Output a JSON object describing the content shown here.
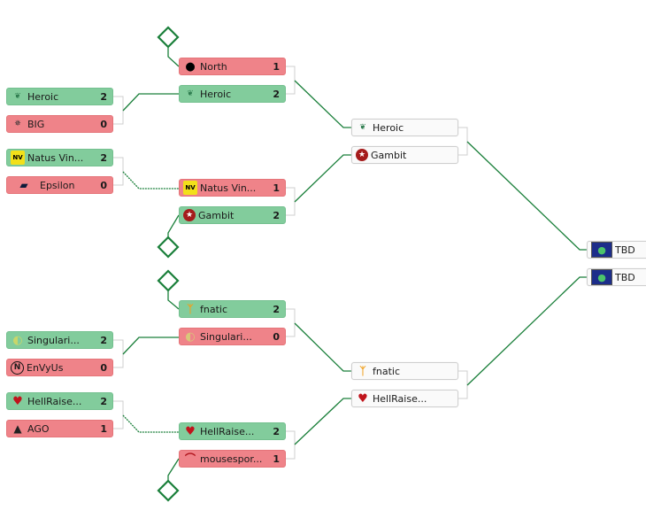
{
  "colors": {
    "win": "#82cc9c",
    "lose": "#ef8389",
    "pending": "#fafafa",
    "connector": "#1a7f3a",
    "bracket": "#cfcfcf"
  },
  "round1": [
    {
      "top": {
        "team": "Heroic",
        "score": "2",
        "result": "win",
        "icon": "heroic-icon"
      },
      "bottom": {
        "team": "BIG",
        "score": "0",
        "result": "lose",
        "icon": "big-icon"
      }
    },
    {
      "top": {
        "team": "Natus Vin...",
        "score": "2",
        "result": "win",
        "icon": "navi-icon"
      },
      "bottom": {
        "team": "Epsilon",
        "score": "0",
        "result": "lose",
        "icon": "epsilon-icon"
      }
    },
    {
      "top": {
        "team": "Singulari...",
        "score": "2",
        "result": "win",
        "icon": "singularity-icon"
      },
      "bottom": {
        "team": "EnVyUs",
        "score": "0",
        "result": "lose",
        "icon": "envyus-icon"
      }
    },
    {
      "top": {
        "team": "HellRaise...",
        "score": "2",
        "result": "win",
        "icon": "hellraisers-icon"
      },
      "bottom": {
        "team": "AGO",
        "score": "1",
        "result": "lose",
        "icon": "ago-icon"
      }
    }
  ],
  "round2": [
    {
      "top": {
        "team": "North",
        "score": "1",
        "result": "lose",
        "icon": "north-icon"
      },
      "bottom": {
        "team": "Heroic",
        "score": "2",
        "result": "win",
        "icon": "heroic-icon"
      }
    },
    {
      "top": {
        "team": "Natus Vin...",
        "score": "1",
        "result": "lose",
        "icon": "navi-icon"
      },
      "bottom": {
        "team": "Gambit",
        "score": "2",
        "result": "win",
        "icon": "gambit-icon"
      }
    },
    {
      "top": {
        "team": "fnatic",
        "score": "2",
        "result": "win",
        "icon": "fnatic-icon"
      },
      "bottom": {
        "team": "Singulari...",
        "score": "0",
        "result": "lose",
        "icon": "singularity-icon"
      }
    },
    {
      "top": {
        "team": "HellRaise...",
        "score": "2",
        "result": "win",
        "icon": "hellraisers-icon"
      },
      "bottom": {
        "team": "mousespor...",
        "score": "1",
        "result": "lose",
        "icon": "mousesports-icon"
      }
    }
  ],
  "semifinals": [
    {
      "top": {
        "team": "Heroic",
        "icon": "heroic-icon"
      },
      "bottom": {
        "team": "Gambit",
        "icon": "gambit-icon"
      }
    },
    {
      "top": {
        "team": "fnatic",
        "icon": "fnatic-icon"
      },
      "bottom": {
        "team": "HellRaise...",
        "icon": "hellraisers-icon"
      }
    }
  ],
  "final": {
    "top": {
      "team": "TBD",
      "icon": "globe-icon"
    },
    "bottom": {
      "team": "TBD",
      "icon": "globe-icon"
    }
  }
}
